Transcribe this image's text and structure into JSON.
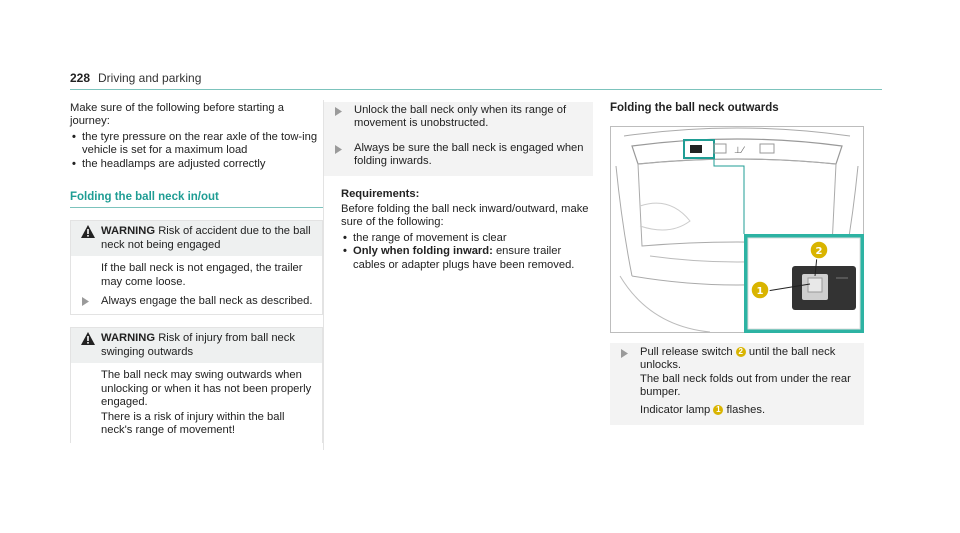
{
  "header": {
    "page_number": "228",
    "section": "Driving and parking"
  },
  "col1": {
    "intro": "Make sure of the following before starting a journey:",
    "items": [
      "the tyre pressure on the rear axle of the tow-ing vehicle is set for a maximum load",
      "the headlamps are adjusted correctly"
    ],
    "heading": "Folding the ball neck in/out",
    "warning1": {
      "label": "WARNING",
      "title": "Risk of accident due to the ball neck not being engaged",
      "body": "If the ball neck is not engaged, the trailer may come loose.",
      "step": "Always engage the ball neck as described."
    },
    "warning2": {
      "label": "WARNING",
      "title": "Risk of injury from ball neck swinging outwards",
      "body1": "The ball neck may swing outwards when unlocking or when it has not been properly engaged.",
      "body2": "There is a risk of injury within the ball neck's range of movement!"
    }
  },
  "col2": {
    "step1": "Unlock the ball neck only when its range of movement is unobstructed.",
    "step2": "Always be sure the ball neck is engaged when folding inwards.",
    "req_heading": "Requirements:",
    "req_intro": "Before folding the ball neck inward/outward, make sure of the following:",
    "req_items": [
      {
        "bold": "",
        "text": "the range of movement is clear"
      },
      {
        "bold": "Only when folding inward:",
        "text": " ensure trailer cables or adapter plugs have been removed."
      }
    ]
  },
  "col3": {
    "heading": "Folding the ball neck outwards",
    "step_pre": "Pull release switch",
    "callout2": "2",
    "step_post": "until the ball neck unlocks.",
    "result": "The ball neck folds out from under the rear bumper.",
    "indicator_pre": "Indicator lamp",
    "callout1": "1",
    "indicator_post": "flashes."
  },
  "colors": {
    "accent": "#1f9d94",
    "callout": "#d9b400"
  }
}
